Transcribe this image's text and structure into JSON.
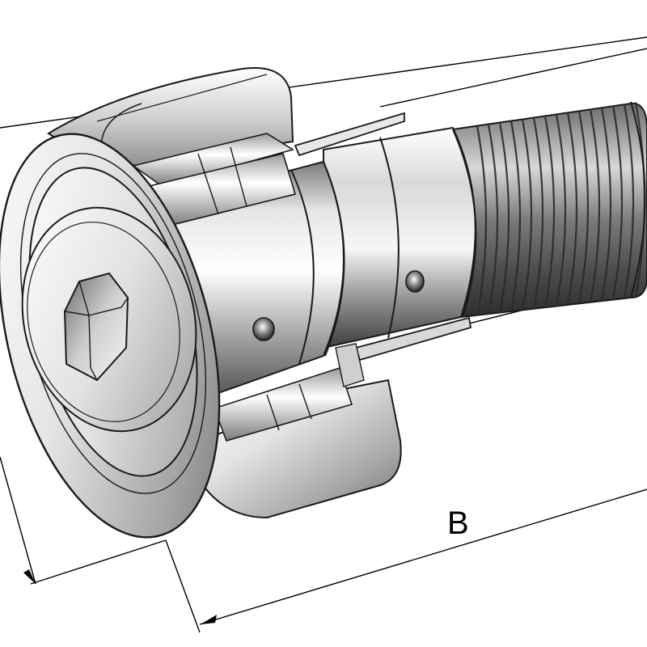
{
  "figure": {
    "dimension_label": "B",
    "colors": {
      "outline": "#1a1a1a",
      "steel_light": "#f2f2f2",
      "steel_mid": "#b8b8b8",
      "steel_dark": "#5e5e5e",
      "background": "#ffffff"
    },
    "parts": [
      "outer-ring",
      "needle-rollers",
      "stud",
      "hex-socket",
      "lubrication-holes",
      "threaded-shank",
      "dimension-lines"
    ]
  }
}
